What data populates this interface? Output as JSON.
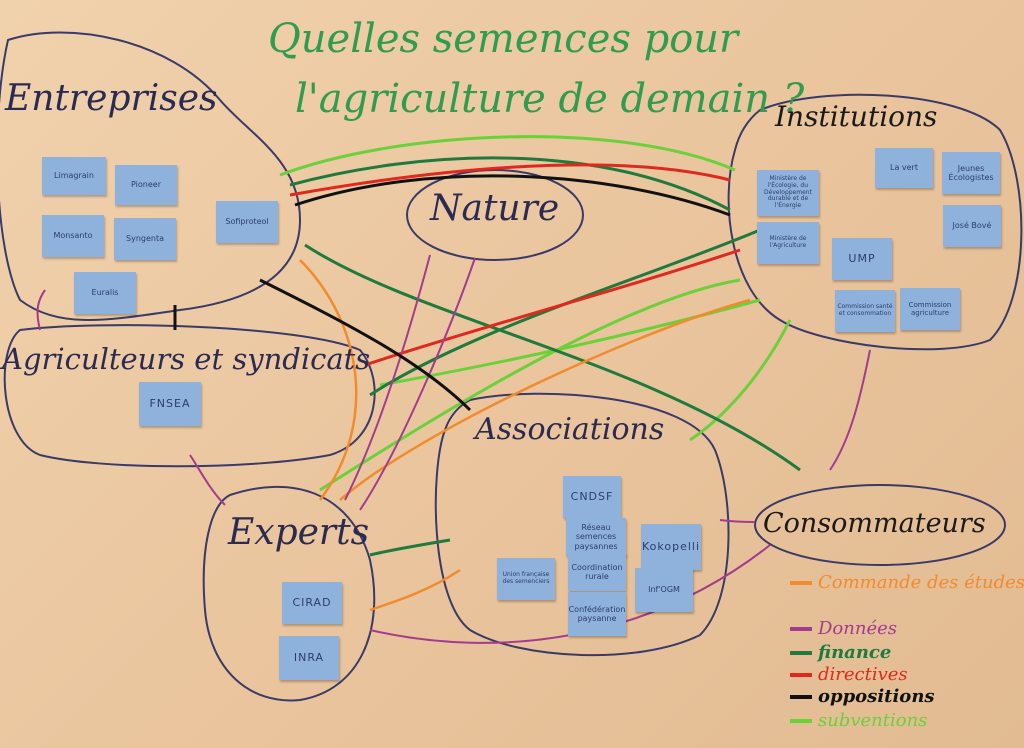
{
  "title": {
    "line1": "Quelles semences pour",
    "line2": "l'agriculture de demain ?"
  },
  "actors": {
    "entreprises": "Entreprises",
    "institutions": "Institutions",
    "nature": "Nature",
    "agriculteurs": "Agriculteurs et syndicats",
    "associations": "Associations",
    "experts": "Experts",
    "consommateurs": "Consommateurs"
  },
  "notes": {
    "entreprises": [
      "Limagrain",
      "Pioneer",
      "Monsanto",
      "Syngenta",
      "Euralis",
      "Sofiproteol"
    ],
    "institutions": [
      "Ministère de l'Écologie, du Développement durable et de l'Énergie",
      "Ministère de l'Agriculture",
      "La vert",
      "Jeunes Écologistes",
      "José Bové",
      "UMP",
      "Commission santé et consommation",
      "Commission agriculture"
    ],
    "agriculteurs": [
      "FNSEA"
    ],
    "associations": [
      "CNDSF",
      "Réseau semences paysannes",
      "Coordination rurale",
      "Union française des semenciers",
      "Kokopelli",
      "Confédération paysanne",
      "Inf'OGM"
    ],
    "experts": [
      "CIRAD",
      "INRA"
    ]
  },
  "legend": [
    {
      "label": "Commande des études",
      "color": "#f28a2e"
    },
    {
      "label": "Données",
      "color": "#a23c8f"
    },
    {
      "label": "finance",
      "color": "#1f7a3e"
    },
    {
      "label": "directives",
      "color": "#e0281e"
    },
    {
      "label": "oppositions",
      "color": "#111111"
    },
    {
      "label": "subventions",
      "color": "#6ad13b"
    }
  ]
}
